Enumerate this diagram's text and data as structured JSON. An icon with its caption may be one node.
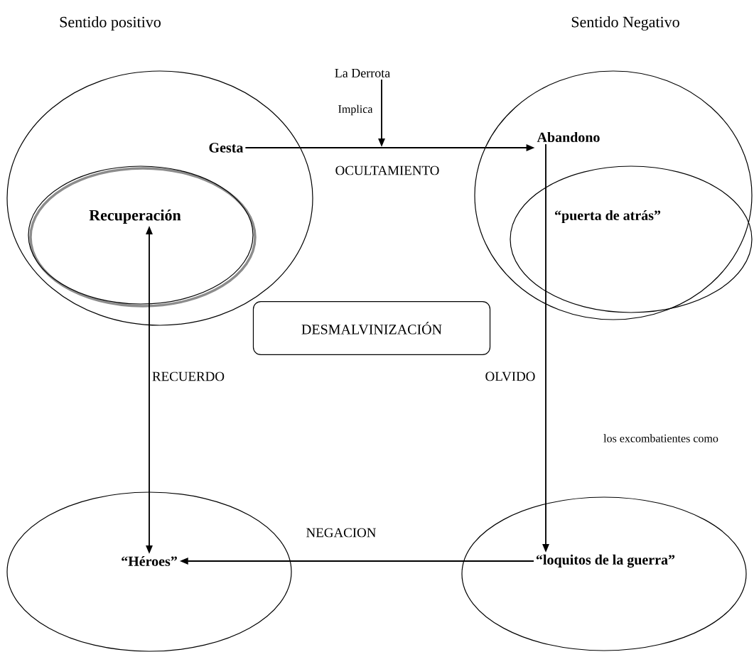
{
  "diagram": {
    "nodes": [
      {
        "text": [],
        "shape": "ellipse"
      },
      {
        "text": [
          "Gesta"
        ],
        "in": 0
      },
      {
        "text": [],
        "shape": "ellipse",
        "in": 0
      },
      {
        "text": [
          "Recuperación"
        ],
        "in": 2
      },
      {
        "text": [],
        "shape": "ellipse"
      },
      {
        "text": [
          "Abandono"
        ],
        "in": 4
      },
      {
        "text": [],
        "shape": "ellipse",
        "in": 4
      },
      {
        "text": [
          "“puerta de atrás”"
        ],
        "in": 6
      },
      {
        "text": [
          "DESMALVINIZACIÓN"
        ]
      },
      {
        "text": [],
        "shape": "ellipse"
      },
      {
        "text": [
          "“Héroes”"
        ],
        "in": 9
      },
      {
        "text": [],
        "shape": "ellipse"
      },
      {
        "text": [
          "“loquitos de la guerra”"
        ],
        "in": 11
      },
      {
        "text": [
          "La Derrota"
        ]
      }
    ],
    "edges": [
      {
        "from": 1,
        "to": 5,
        "arrow": "to",
        "label": "OCULTAMIENTO"
      },
      {
        "from": 13,
        "to": null,
        "arrow": "to",
        "label": "Implica"
      },
      {
        "from": 3,
        "to": 10,
        "arrow": "both",
        "label": "RECUERDO"
      },
      {
        "from": 5,
        "to": 12,
        "arrow": "to",
        "label": "OLVIDO"
      },
      {
        "from": 12,
        "to": 10,
        "arrow": "to",
        "label": "NEGACION"
      }
    ],
    "labels": [
      "Sentido positivo",
      "Sentido Negativo",
      "los excombatientes como"
    ]
  }
}
